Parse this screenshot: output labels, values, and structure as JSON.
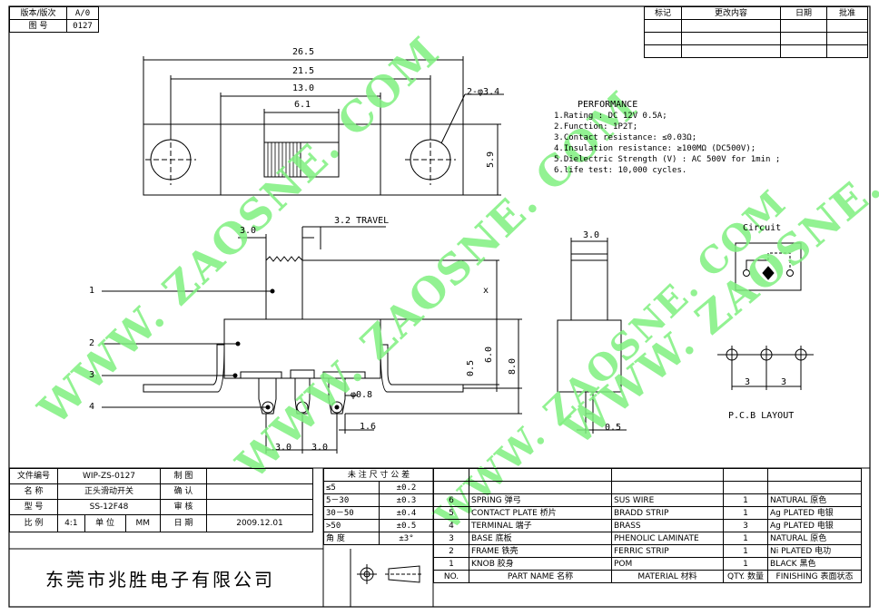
{
  "revision_box": {
    "version_label": "版本/版次",
    "version_value": "A/0",
    "drawing_no_label": "图 号",
    "drawing_no_value": "0127"
  },
  "change_table": {
    "headers": [
      "标记",
      "更改内容",
      "日期",
      "批准"
    ]
  },
  "dimensions": {
    "overall_length": "26.5",
    "hole_spacing": "21.5",
    "body_length": "13.0",
    "slot_length": "6.1",
    "hole_dia": "2-φ3.4",
    "height": "5.9",
    "knob_width": "3.0",
    "travel": "3.2 TRAVEL",
    "pin_offset": "0.5",
    "side_height": "6.0",
    "total_height": "8.0",
    "pin_dia": "φ0.8",
    "pin_pitch_1": "3.0",
    "pin_pitch_2": "3.0",
    "pin_len": "1.6",
    "x_mark": "x",
    "side_knob_width": "3.0",
    "side_pin": "0.5",
    "pcb_pitch_1": "3",
    "pcb_pitch_2": "3"
  },
  "part_callouts": [
    "1",
    "2",
    "3",
    "4"
  ],
  "performance": {
    "title": "PERFORMANCE",
    "lines": [
      "1.Rating : DC 12V 0.5A;",
      "2.Function: 1P2T;",
      "3.Contact resistance: ≤0.03Ω;",
      "4.Insulation resistance: ≥100MΩ (DC500V);",
      "5.Dielectric Strength (V) : AC 500V for 1min ;",
      "6.life test: 10,000 cycles."
    ]
  },
  "circuit_label": "Circuit",
  "pcb_label": "P.C.B LAYOUT",
  "watermarks": [
    "WWW. ZAOSNE. COM",
    "WWW. ZAOSNE. COM",
    "WWW. ZAOSNE. COM",
    "WWW. ZAOSNE. COM"
  ],
  "title_block": {
    "file_no_label": "文件编号",
    "file_no_value": "WIP-ZS-0127",
    "name_label": "名  称",
    "name_value": "正头滑动开关",
    "model_label": "型  号",
    "model_value": "SS-12F48",
    "scale_label": "比  例",
    "scale_value": "4:1",
    "unit_label": "单  位",
    "unit_value": "MM",
    "drawn_label": "制  图",
    "confirm_label": "确  认",
    "review_label": "审  核",
    "date_label": "日  期",
    "date_value": "2009.12.01",
    "company": "东莞市兆胜电子有限公司"
  },
  "tolerance": {
    "title": "未 注 尺 寸 公 差",
    "rows": [
      {
        "range": "≤5",
        "tol": "±0.2"
      },
      {
        "range": "5－30",
        "tol": "±0.3"
      },
      {
        "range": "30－50",
        "tol": "±0.4"
      },
      {
        "range": ">50",
        "tol": "±0.5"
      },
      {
        "range": "角  度",
        "tol": "±3°"
      }
    ]
  },
  "bom": {
    "headers": [
      "NO.",
      "PART  NAME  名称",
      "MATERIAL 材料",
      "QTY. 数量",
      "FINISHING 表面状态"
    ],
    "rows": [
      {
        "no": "6",
        "part": "SPRING  弹弓",
        "material": "SUS WIRE",
        "qty": "1",
        "finish": "NATURAL 原色"
      },
      {
        "no": "5",
        "part": "CONTACT PLATE  桥片",
        "material": "BRADD STRIP",
        "qty": "1",
        "finish": "Ag PLATED  电银"
      },
      {
        "no": "4",
        "part": "TERMINAL  端子",
        "material": "BRASS",
        "qty": "3",
        "finish": "Ag PLATED  电银"
      },
      {
        "no": "3",
        "part": "BASE  底板",
        "material": "PHENOLIC LAMINATE",
        "qty": "1",
        "finish": "NATURAL 原色"
      },
      {
        "no": "2",
        "part": "FRAME  铁壳",
        "material": "FERRIC STRIP",
        "qty": "1",
        "finish": "Ni PLATED 电功"
      },
      {
        "no": "1",
        "part": "KNOB  胶身",
        "material": "POM",
        "qty": "1",
        "finish": "BLACK 黑色"
      }
    ]
  }
}
